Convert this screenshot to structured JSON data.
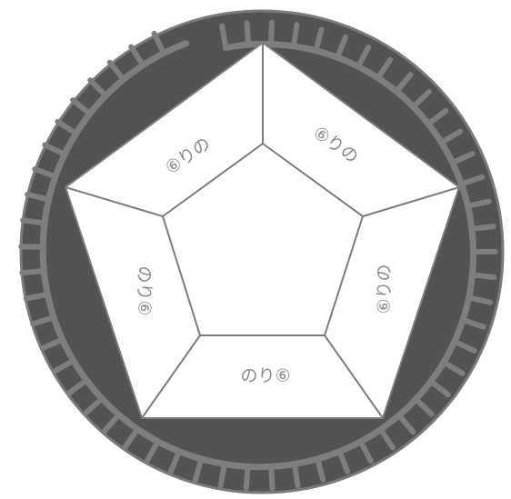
{
  "panels": [
    {
      "id": "top-left",
      "label": "⑥りの"
    },
    {
      "id": "top-right",
      "label": "⑥りの"
    },
    {
      "id": "right",
      "label": "⑥りの"
    },
    {
      "id": "bottom",
      "label": "のり⑥"
    },
    {
      "id": "left",
      "label": "のり⑥"
    }
  ],
  "colors": {
    "disc": "#555254",
    "disc_edge": "#7a7a7a",
    "ring_band": "#7e7e7e",
    "panel_fill": "#ffffff",
    "panel_stroke": "#7c7c7c",
    "label": "#8a8a8a"
  }
}
